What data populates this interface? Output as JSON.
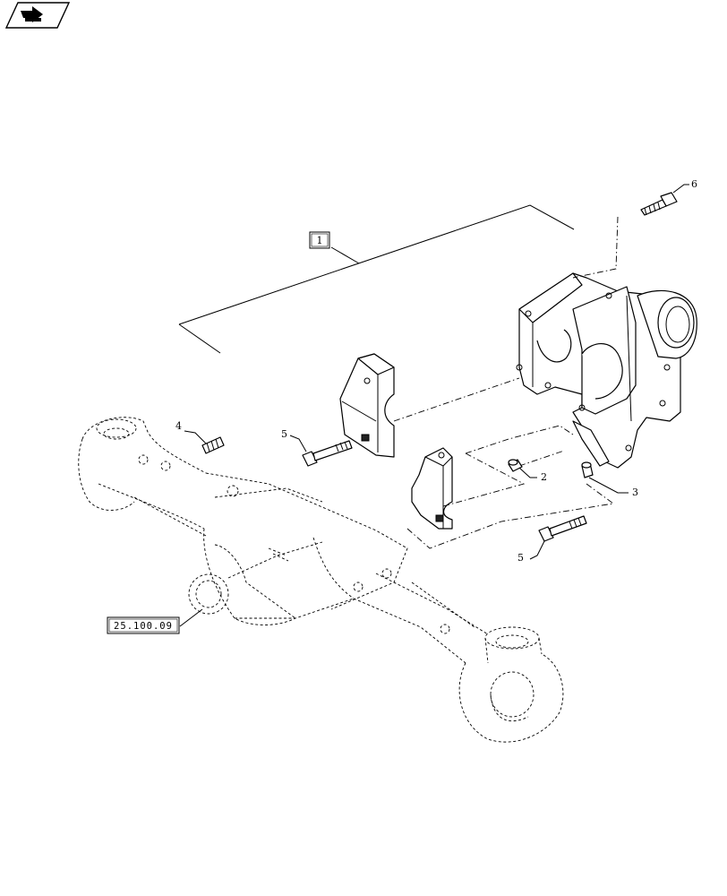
{
  "nav": {
    "icon": "navigation-arrow-icon"
  },
  "callouts": {
    "kit": "1",
    "pin": "2",
    "pin_small": "3",
    "stud": "4",
    "bolt_upper": "5",
    "bolt_lower": "5",
    "bolt_top": "6"
  },
  "references": {
    "axle_housing": "25.100.09"
  }
}
